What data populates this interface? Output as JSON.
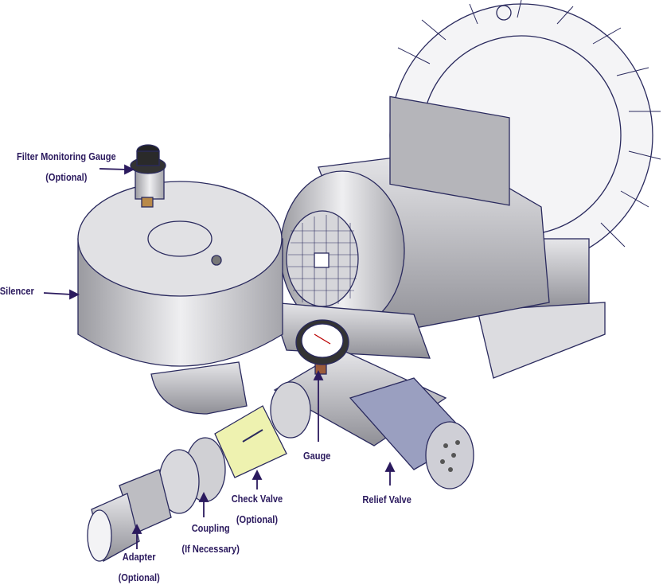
{
  "labels": {
    "filter_gauge": {
      "line1": "Filter Monitoring Gauge",
      "line2": "(Optional)"
    },
    "silencer": {
      "line1": "Silencer"
    },
    "gauge": {
      "line1": "Gauge"
    },
    "relief_valve": {
      "line1": "Relief Valve"
    },
    "check_valve": {
      "line1": "Check Valve",
      "line2": "(Optional)"
    },
    "coupling": {
      "line1": "Coupling",
      "line2": "(If Necessary)"
    },
    "adapter": {
      "line1": "Adapter",
      "line2": "(Optional)"
    }
  },
  "colors": {
    "label": "#2b1a5e",
    "outline": "#2a2a5e",
    "metal": "#c9c9cc",
    "check_valve": "#eef2b0",
    "relief_valve": "#9a9fc0"
  }
}
